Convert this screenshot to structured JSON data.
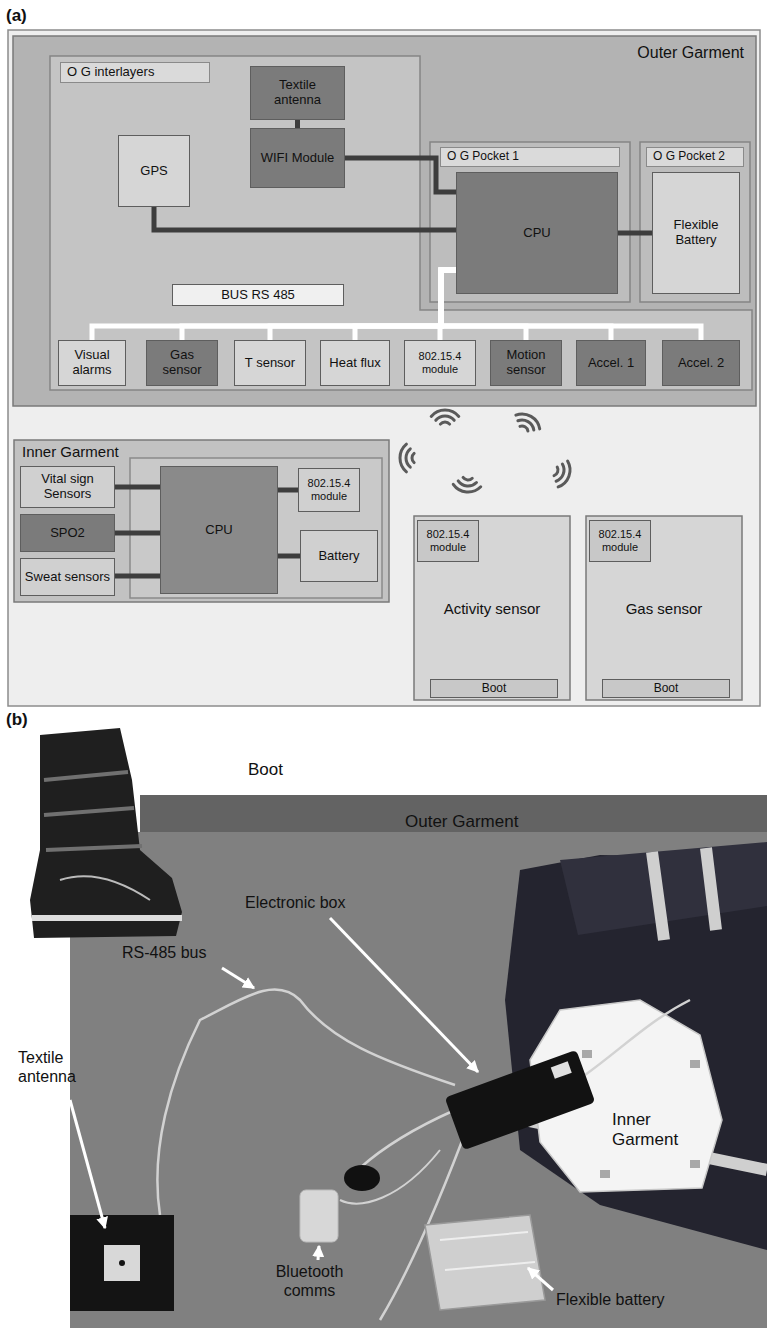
{
  "diagram": {
    "nodes": [
      {
        "text": [
          "Outer Garment"
        ]
      },
      {
        "text": [
          "O G interlayers"
        ],
        "in": 0
      },
      {
        "text": [
          "Textile antenna"
        ],
        "in": 1
      },
      {
        "text": [
          "WIFI Module"
        ],
        "in": 1
      },
      {
        "text": [
          "GPS"
        ],
        "in": 1
      },
      {
        "text": [
          "O G Pocket 1"
        ],
        "in": 0
      },
      {
        "text": [
          "CPU"
        ],
        "in": 5
      },
      {
        "text": [
          "O G Pocket 2"
        ],
        "in": 0
      },
      {
        "text": [
          "Flexible Battery"
        ],
        "in": 7
      },
      {
        "text": [
          "BUS RS 485"
        ],
        "in": 1
      },
      {
        "text": [
          "Visual alarms"
        ],
        "in": 1
      },
      {
        "text": [
          "Gas sensor"
        ],
        "in": 1
      },
      {
        "text": [
          "T sensor"
        ],
        "in": 1
      },
      {
        "text": [
          "Heat flux"
        ],
        "in": 1
      },
      {
        "text": [
          "802.15.4 module"
        ],
        "in": 1
      },
      {
        "text": [
          "Motion sensor"
        ],
        "in": 1
      },
      {
        "text": [
          "Accel. 1"
        ],
        "in": 1
      },
      {
        "text": [
          "Accel. 2"
        ],
        "in": 1
      },
      {
        "text": [
          "Inner Garment"
        ]
      },
      {
        "text": [
          "Vital sign Sensors"
        ],
        "in": 18
      },
      {
        "text": [
          "SPO2"
        ],
        "in": 18
      },
      {
        "text": [
          "Sweat sensors"
        ],
        "in": 18
      },
      {
        "text": [
          "CPU"
        ],
        "in": 18
      },
      {
        "text": [
          "802.15.4 module"
        ],
        "in": 18
      },
      {
        "text": [
          "Battery"
        ],
        "in": 18
      },
      {
        "text": [
          "Activity sensor"
        ]
      },
      {
        "text": [
          "802.15.4 module"
        ],
        "in": 25
      },
      {
        "text": [
          "Boot"
        ],
        "in": 25
      },
      {
        "text": [
          "Gas sensor"
        ]
      },
      {
        "text": [
          "802.15.4 module"
        ],
        "in": 28
      },
      {
        "text": [
          "Boot"
        ],
        "in": 28
      }
    ],
    "edges": [
      {
        "from": 2,
        "to": 3,
        "arrow": "none"
      },
      {
        "from": 3,
        "to": 6,
        "arrow": "none"
      },
      {
        "from": 4,
        "to": 6,
        "arrow": "none"
      },
      {
        "from": 6,
        "to": 8,
        "arrow": "none"
      },
      {
        "from": 6,
        "to": 10,
        "arrow": "none"
      },
      {
        "from": 6,
        "to": 11,
        "arrow": "none"
      },
      {
        "from": 6,
        "to": 12,
        "arrow": "none"
      },
      {
        "from": 6,
        "to": 13,
        "arrow": "none"
      },
      {
        "from": 6,
        "to": 14,
        "arrow": "none"
      },
      {
        "from": 6,
        "to": 15,
        "arrow": "none"
      },
      {
        "from": 6,
        "to": 16,
        "arrow": "none"
      },
      {
        "from": 6,
        "to": 17,
        "arrow": "none"
      },
      {
        "from": 19,
        "to": 22,
        "arrow": "none"
      },
      {
        "from": 20,
        "to": 22,
        "arrow": "none"
      },
      {
        "from": 21,
        "to": 22,
        "arrow": "none"
      },
      {
        "from": 22,
        "to": 23,
        "arrow": "none"
      },
      {
        "from": 22,
        "to": 24,
        "arrow": "none"
      }
    ],
    "labels": [
      "(a)",
      "(b)",
      "Boot",
      "Outer Garment",
      "Electronic box",
      "RS-485 bus",
      "Textile antenna",
      "Inner Garment",
      "Bluetooth comms",
      "Flexible battery"
    ]
  }
}
